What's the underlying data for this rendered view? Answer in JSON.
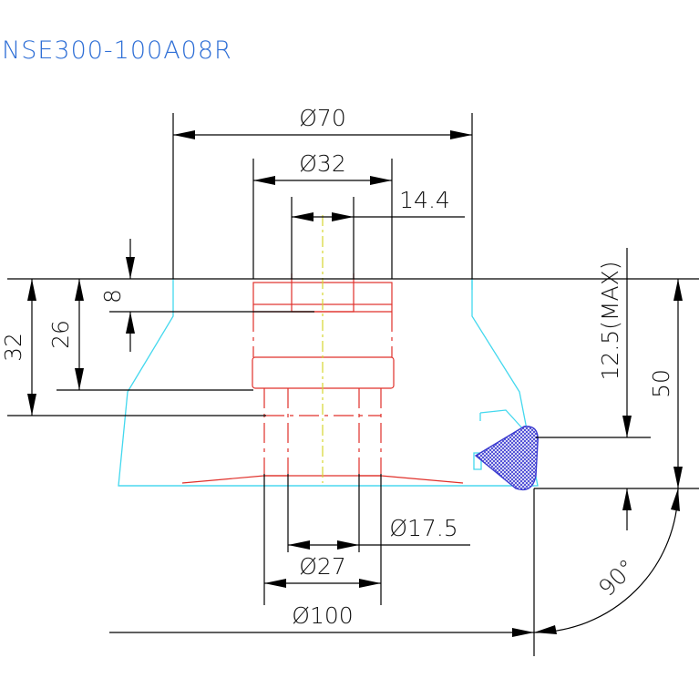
{
  "title": "NSE300-100A08R",
  "dimensions": {
    "d70": "Ø70",
    "d32": "Ø32",
    "w14_4": "14.4",
    "h8": "8",
    "h26": "26",
    "h32": "32",
    "h12_5": "12.5(MAX)",
    "h50": "50",
    "d17_5": "Ø17.5",
    "d27": "Ø27",
    "d100": "Ø100",
    "angle90": "90°"
  },
  "colors": {
    "title": "#2f6fd6",
    "outline": "#43d8ee",
    "hidden_lines": "#e0302a",
    "center_line": "#d6d630",
    "insert_fill": "#3a3ad0",
    "dimension": "#000000"
  }
}
